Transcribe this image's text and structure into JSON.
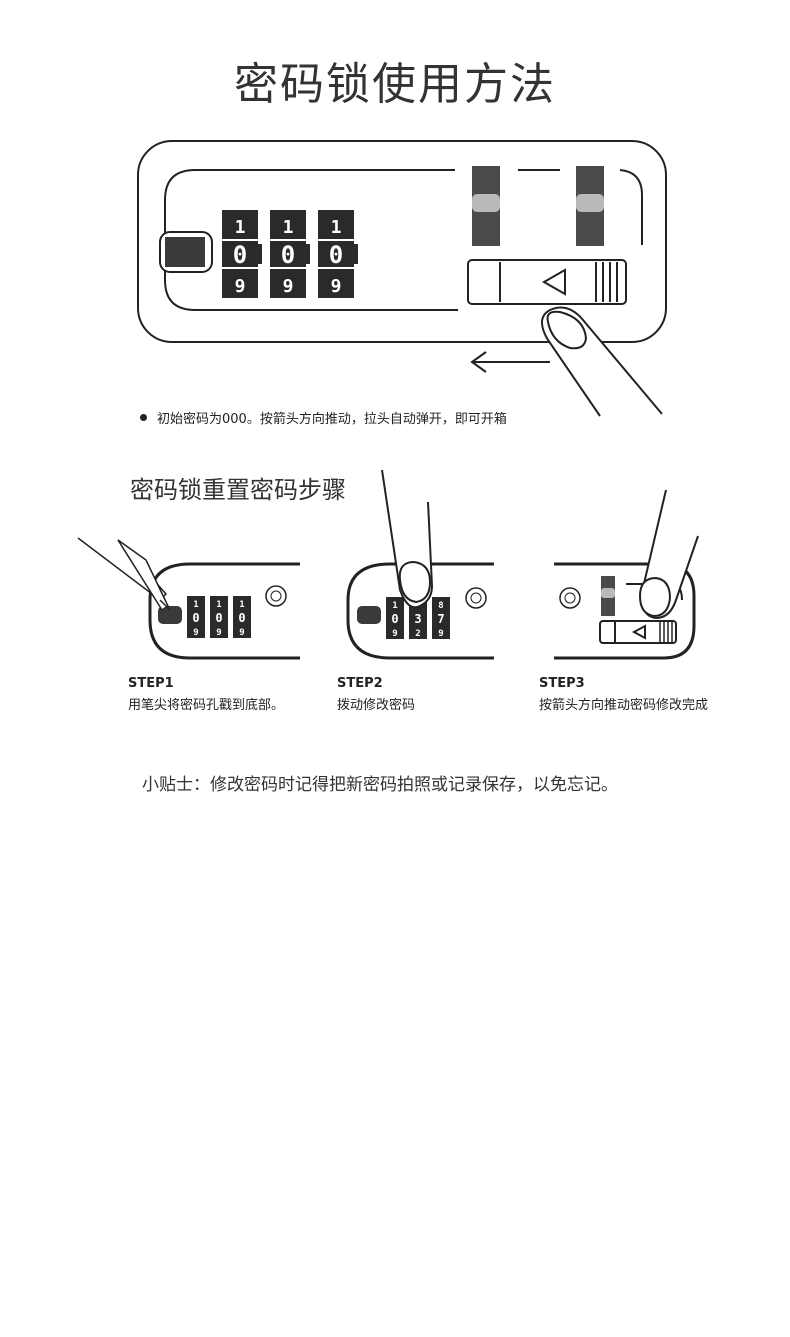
{
  "page_title": "密码锁使用方法",
  "hero": {
    "digits": [
      "1",
      "0",
      "9"
    ],
    "note": "初始密码为000。按箭头方向推动，拉头自动弹开，即可开箱"
  },
  "reset": {
    "title": "密码锁重置密码步骤",
    "steps": [
      {
        "label": "STEP1",
        "desc": "用笔尖将密码孔戳到底部。",
        "digits": [
          [
            "1",
            "0",
            "9"
          ],
          [
            "1",
            "0",
            "9"
          ],
          [
            "1",
            "0",
            "9"
          ]
        ]
      },
      {
        "label": "STEP2",
        "desc": "拨动修改密码",
        "digits": [
          [
            "1",
            "0",
            "9"
          ],
          [
            "",
            "3",
            "2"
          ],
          [
            "8",
            "7",
            "9"
          ]
        ]
      },
      {
        "label": "STEP3",
        "desc": "按箭头方向推动密码修改完成"
      }
    ]
  },
  "tip": "小贴士：修改密码时记得把新密码拍照或记录保存，以免忘记。",
  "colors": {
    "dial": "#2a2a2a",
    "outline": "#222222",
    "grey_bar": "#4a4a4a",
    "highlight": "#b9b9b9"
  }
}
